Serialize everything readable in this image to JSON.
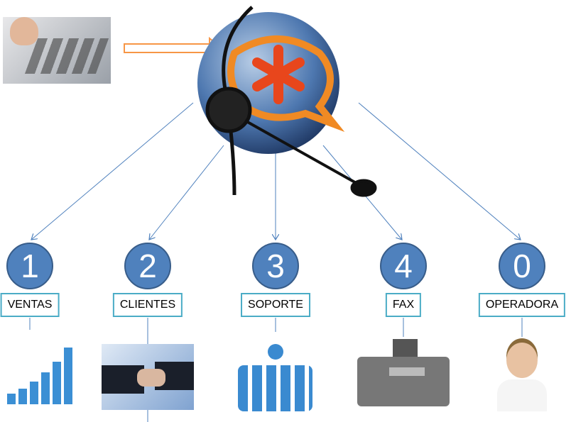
{
  "options": [
    {
      "digit": "1",
      "label": "VENTAS"
    },
    {
      "digit": "2",
      "label": "CLIENTES"
    },
    {
      "digit": "3",
      "label": "SOPORTE"
    },
    {
      "digit": "4",
      "label": "FAX"
    },
    {
      "digit": "0",
      "label": "OPERADORA"
    }
  ],
  "colors": {
    "circle": "#4f81bd",
    "label_border": "#4bacc6",
    "arrow": "#f79646"
  }
}
